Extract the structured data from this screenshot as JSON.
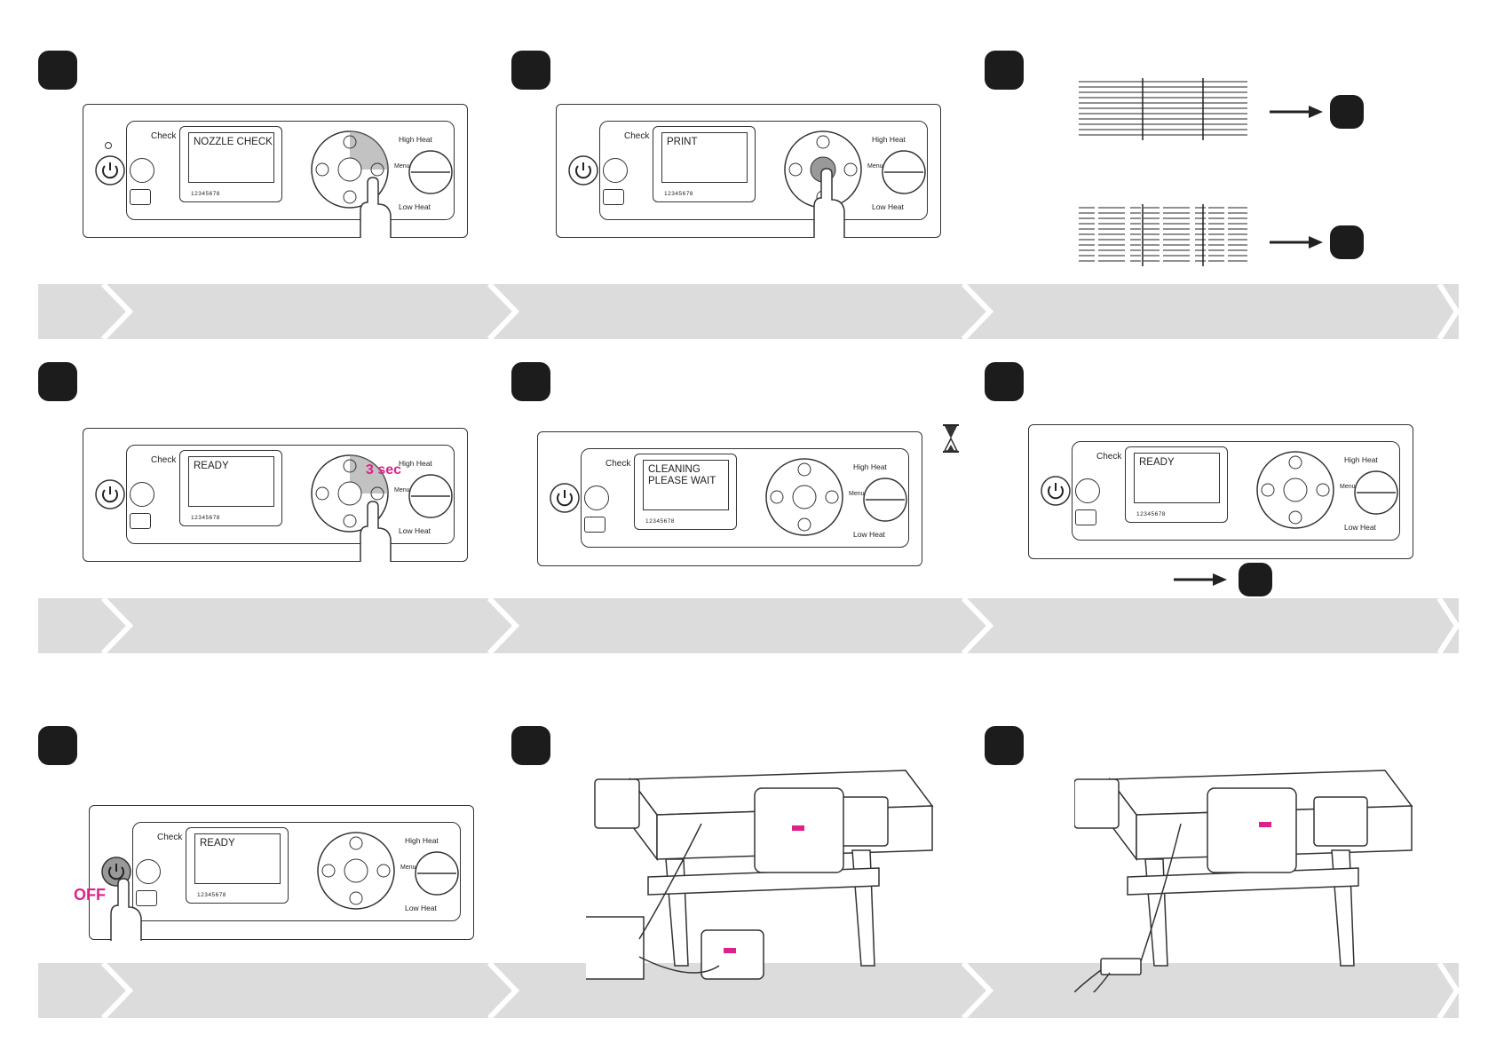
{
  "panel": {
    "check_label": "Check",
    "high_heat": "High Heat",
    "low_heat": "Low Heat",
    "menu_label": "Menu",
    "scale": "12345678",
    "sec_label": "3sec."
  },
  "steps": {
    "s1": {
      "lcd": "NOZZLE CHECK"
    },
    "s2": {
      "lcd": "PRINT"
    },
    "s4": {
      "lcd": "READY",
      "callout": "3 sec"
    },
    "s5": {
      "lcd": "CLEANING\nPLEASE WAIT"
    },
    "s6": {
      "lcd": "READY"
    },
    "s7": {
      "lcd": "READY",
      "callout": "OFF"
    }
  },
  "colors": {
    "accent": "#e0208a",
    "dot": "#1c1c1c",
    "band": "#dcdcdc"
  },
  "icons": [
    "power-icon",
    "hourglass-icon",
    "arrow-right-icon",
    "pointing-hand-icon",
    "usb-cable-icon",
    "network-hub-icon"
  ]
}
